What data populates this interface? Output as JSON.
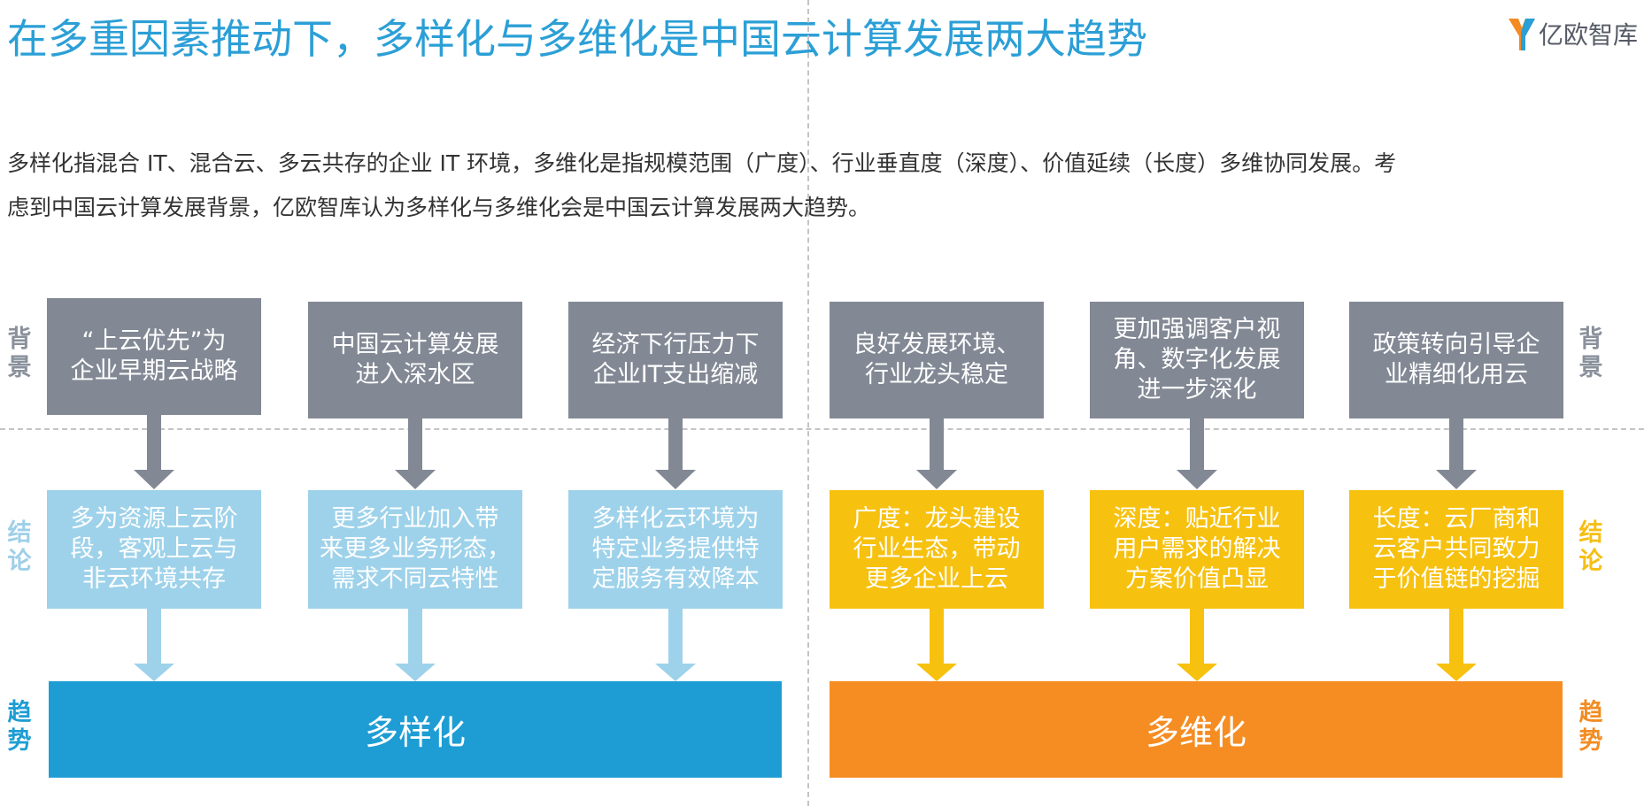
{
  "header": {
    "title": "在多重因素推动下，多样化与多维化是中国云计算发展两大趋势",
    "logo_text": "亿欧智库"
  },
  "description": {
    "line1": "多样化指混合 IT、混合云、多云共存的企业 IT 环境，多维化是指规模范围（广度）、行业垂直度（深度）、价值延续（长度）多维协同发展。考",
    "line2": "虑到中国云计算发展背景，亿欧智库认为多样化与多维化会是中国云计算发展两大趋势。"
  },
  "side_labels": {
    "background": [
      "背",
      "景"
    ],
    "conclusion": [
      "结",
      "论"
    ],
    "trend": [
      "趋",
      "势"
    ]
  },
  "left": {
    "backgrounds": [
      [
        "“上云优先”为",
        "企业早期云战略"
      ],
      [
        "中国云计算发展",
        "进入深水区"
      ],
      [
        "经济下行压力下",
        "企业IT支出缩减"
      ]
    ],
    "conclusions": [
      [
        "多为资源上云阶",
        "段，客观上云与",
        "非云环境共存"
      ],
      [
        "更多行业加入带",
        "来更多业务形态，",
        "需求不同云特性"
      ],
      [
        "多样化云环境为",
        "特定业务提供特",
        "定服务有效降本"
      ]
    ],
    "trend": "多样化"
  },
  "right": {
    "backgrounds": [
      [
        "良好发展环境、",
        "行业龙头稳定"
      ],
      [
        "更加强调客户视",
        "角、数字化发展",
        "进一步深化"
      ],
      [
        "政策转向引导企",
        "业精细化用云"
      ]
    ],
    "conclusions": [
      [
        "广度：龙头建设",
        "行业生态，带动",
        "更多企业上云"
      ],
      [
        "深度：贴近行业",
        "用户需求的解决",
        "方案价值凸显"
      ],
      [
        "长度：云厂商和",
        "云客户共同致力",
        "于价值链的挖掘"
      ]
    ],
    "trend": "多维化"
  },
  "colors": {
    "title": "#2b9fd6",
    "background_box": "#828894",
    "diversified_conclusion": "#9ed2ea",
    "diversified_trend": "#1e9dd4",
    "multidimensional_conclusion": "#f7c10f",
    "multidimensional_trend": "#f58d22"
  }
}
